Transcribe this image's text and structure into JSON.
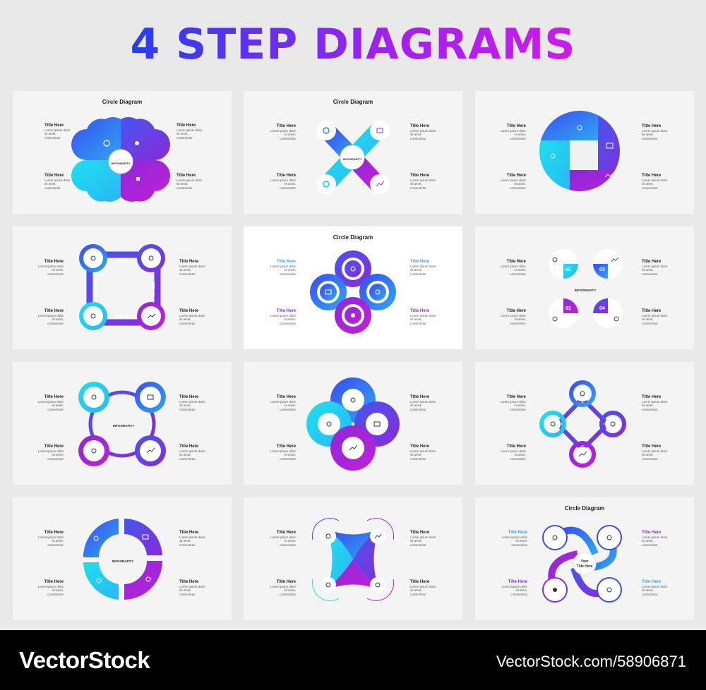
{
  "title": "4 STEP DIAGRAMS",
  "labels": {
    "item_title": "Title Here",
    "lorem": "Lorem ipsum dolor\nsit amet,\nconsectetur",
    "circle_diagram": "Circle Diagram",
    "infografity": "INFOGRAFITY",
    "your_title": "Your\nTitle Here"
  },
  "steps": [
    "STEP 01",
    "STEP 02",
    "STEP 03",
    "STEP 04"
  ],
  "numbers": [
    "01",
    "02",
    "03",
    "04"
  ],
  "colors": {
    "blue": "#3a4cf0",
    "purple": "#8a2ad8",
    "cyan": "#1ee0ee",
    "magenta": "#b71fd6",
    "light_blue": "#3b9ff0"
  },
  "footer": {
    "brand": "VectorStock",
    "id": "VectorStock.com/58906871"
  }
}
